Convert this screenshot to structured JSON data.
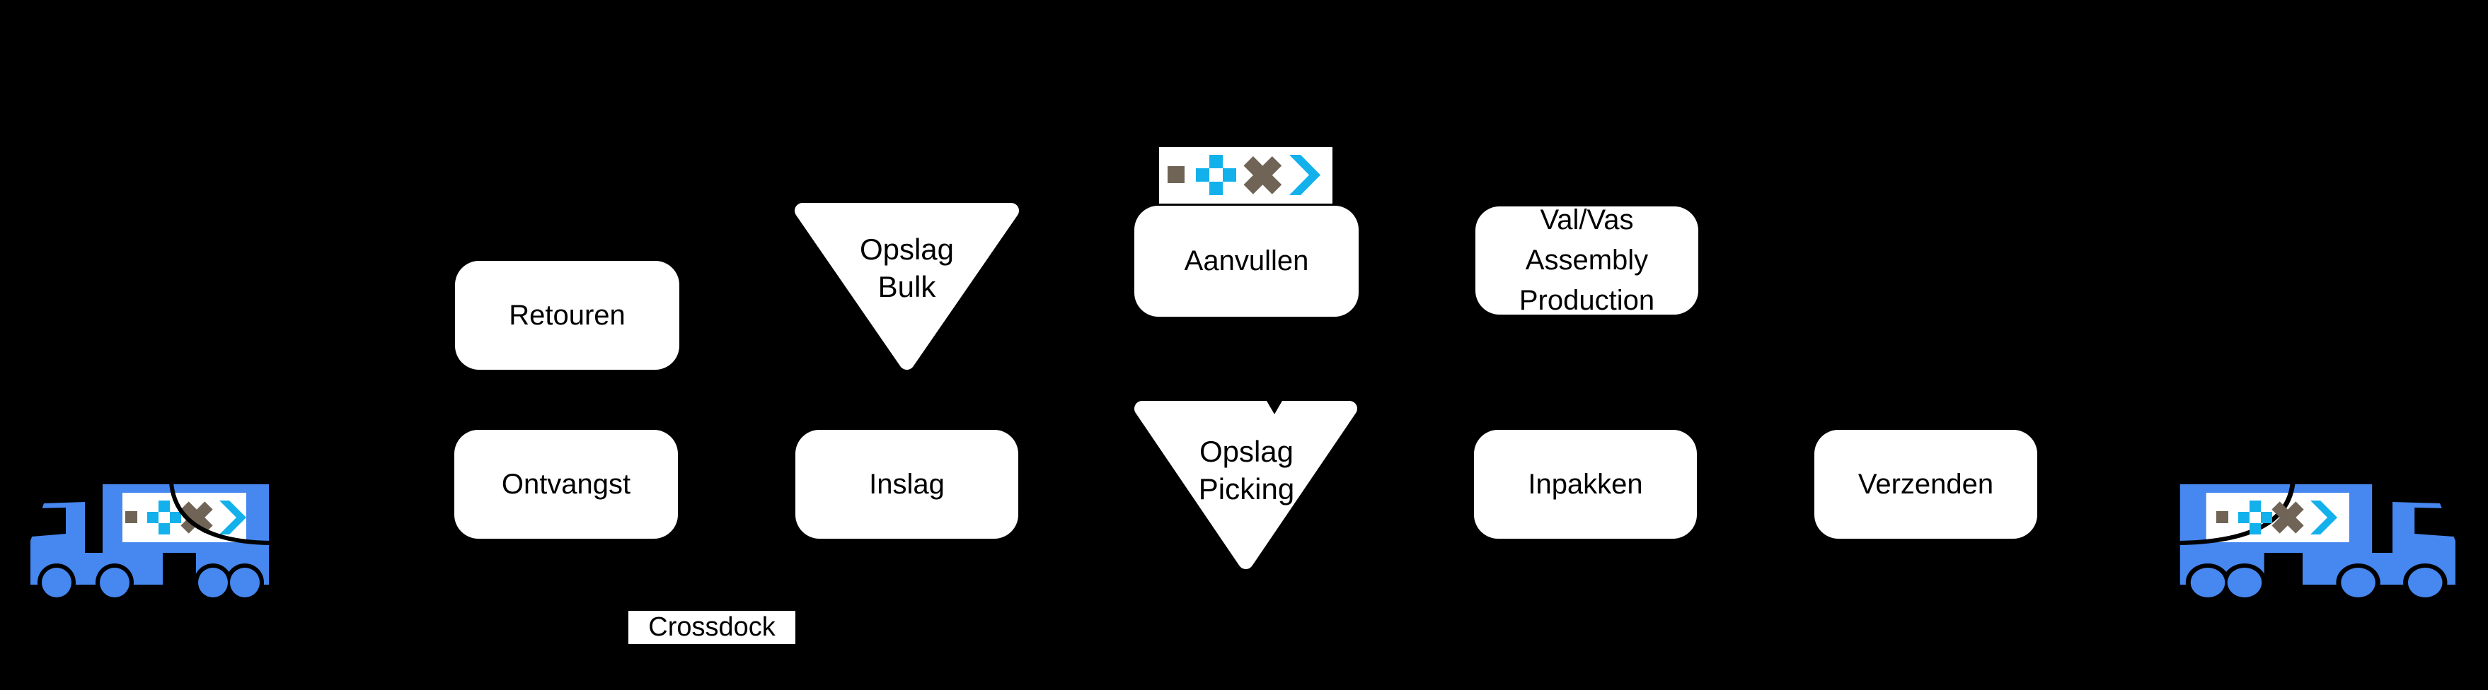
{
  "diagram": {
    "background": "#000000",
    "colors": {
      "shape_fill": "#ffffff",
      "text": "#000000",
      "arrow": "#000000",
      "truck_blue": "#4687f0",
      "logo_cyan": "#12b1ec",
      "logo_taupe": "#6f6456"
    },
    "nodes": {
      "retouren": {
        "label": "Retouren"
      },
      "ontvangst": {
        "label": "Ontvangst"
      },
      "inslag": {
        "label": "Inslag"
      },
      "opslag_bulk": {
        "lines": [
          "Opslag",
          "Bulk"
        ]
      },
      "aanvullen": {
        "label": "Aanvullen"
      },
      "opslag_picking": {
        "lines": [
          "Opslag",
          "Picking"
        ]
      },
      "val_vas": {
        "lines": [
          "Val/Vas",
          "Assembly",
          "Production"
        ]
      },
      "inpakken": {
        "label": "Inpakken"
      },
      "verzenden": {
        "label": "Verzenden"
      },
      "crossdock": {
        "label": "Crossdock"
      }
    },
    "icons": {
      "left_truck": "inbound-truck-icon",
      "right_truck": "outbound-truck-icon",
      "logo_parts": [
        "logo-square-icon",
        "logo-plus-icon",
        "logo-x-icon",
        "logo-chevron-icon"
      ]
    }
  }
}
